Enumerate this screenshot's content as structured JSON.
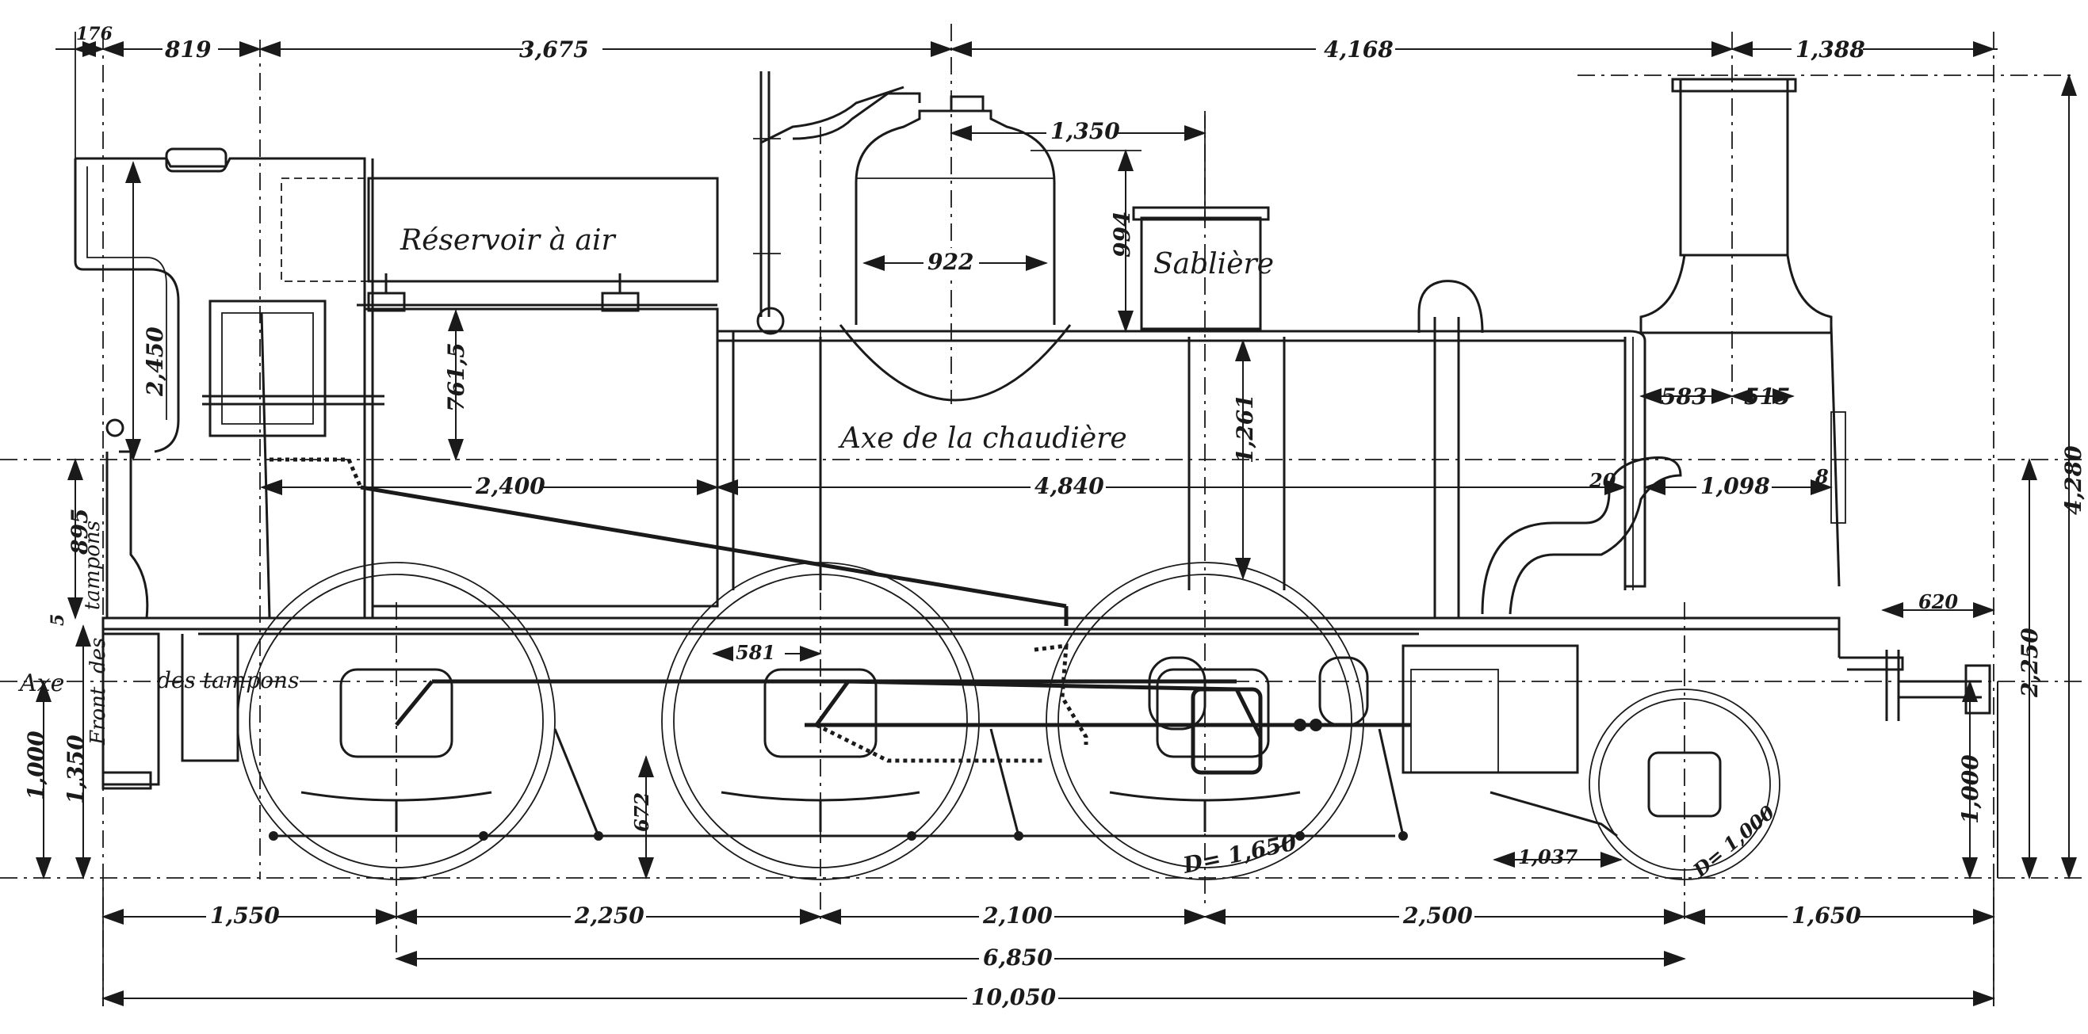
{
  "labels": {
    "air_reservoir": "Réservoir à air",
    "sand_box": "Sablière",
    "boiler_axis": "Axe de la chaudière",
    "buffer_axis_1": "Axe",
    "buffer_axis_2": "des tampons",
    "buffer_front_1": "Front",
    "buffer_front_2": "des",
    "buffer_front_3": "tampons"
  },
  "dimensions": {
    "top_176": "176",
    "top_819": "819",
    "top_3675": "3,675",
    "top_4168": "4,168",
    "top_1388": "1,388",
    "dome_1350": "1,350",
    "dome_922": "922",
    "dome_994": "994",
    "h_2450": "2,450",
    "h_7615": "761,5",
    "h_1261": "1,261",
    "w_583": "583",
    "w_515": "515",
    "d_2400": "2,400",
    "d_4840": "4,840",
    "d_20": "20",
    "d_1098": "1,098",
    "d_8": "8",
    "h_4280": "4,280",
    "h_895": "895",
    "h_5": "5",
    "d_620": "620",
    "h_2250_right": "2,250",
    "d_581": "581",
    "h_1000_left": "1,000",
    "h_1350_left": "1,350",
    "h_672": "672",
    "h_1000_right": "1,000",
    "d_1037": "1,037",
    "wheel_d1650": "D= 1,650",
    "wheel_d1000": "D= 1,000",
    "b_1550": "1,550",
    "b_2250": "2,250",
    "b_2100": "2,100",
    "b_2500": "2,500",
    "b_1650": "1,650",
    "wheelbase_6850": "6,850",
    "overall_10050": "10,050"
  }
}
